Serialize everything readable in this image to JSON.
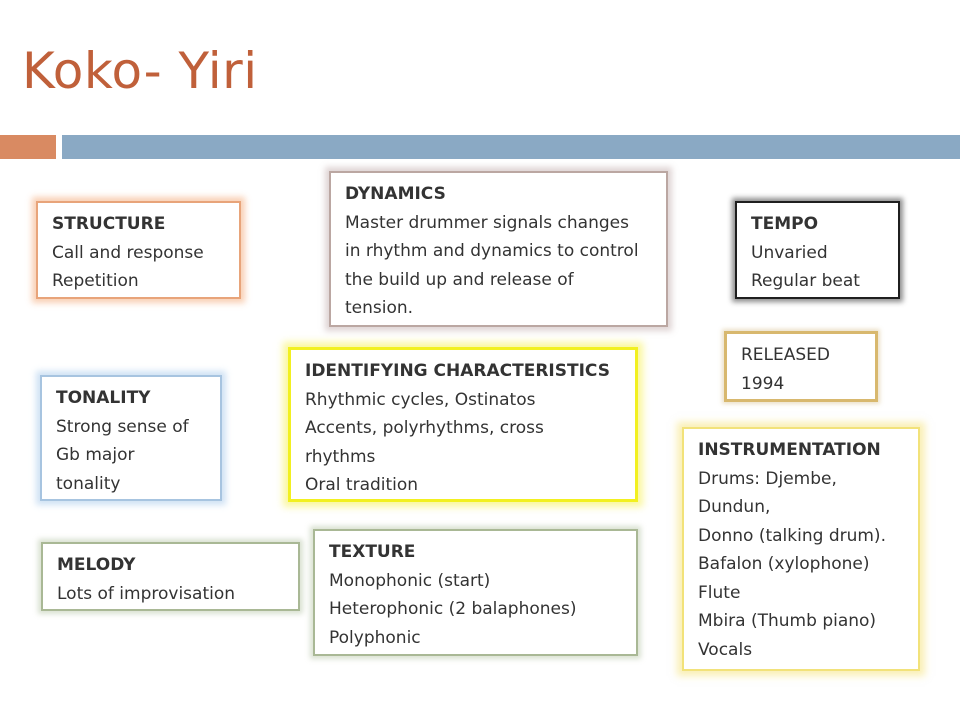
{
  "title": "Koko- Yiri",
  "colors": {
    "title": "#c0603a",
    "accent_orange": "#d98a62",
    "accent_blue": "#8aa9c4"
  },
  "boxes": {
    "structure": {
      "heading": "STRUCTURE",
      "lines": [
        "Call and response",
        "Repetition"
      ]
    },
    "dynamics": {
      "heading": "DYNAMICS",
      "lines": [
        "Master drummer signals changes",
        "in rhythm and dynamics to control",
        "the build up and release of",
        "tension."
      ]
    },
    "tempo": {
      "heading": "TEMPO",
      "lines": [
        "Unvaried",
        "Regular beat"
      ]
    },
    "released": {
      "lines": [
        "RELEASED",
        "1994"
      ]
    },
    "tonality": {
      "heading": "TONALITY",
      "lines": [
        "Strong sense of",
        "Gb major",
        "tonality"
      ]
    },
    "identifying": {
      "heading": "IDENTIFYING CHARACTERISTICS",
      "lines": [
        "Rhythmic cycles, Ostinatos",
        "Accents, polyrhythms, cross",
        "rhythms",
        "Oral tradition"
      ]
    },
    "instrumentation": {
      "heading": "INSTRUMENTATION",
      "lines": [
        "Drums: Djembe,",
        "Dundun,",
        "Donno (talking drum).",
        "Bafalon (xylophone)",
        "Flute",
        "Mbira (Thumb piano)",
        "Vocals"
      ]
    },
    "melody": {
      "heading": "MELODY",
      "lines": [
        "Lots of improvisation"
      ]
    },
    "texture": {
      "heading": "TEXTURE",
      "lines": [
        "Monophonic (start)",
        "Heterophonic (2 balaphones)",
        "Polyphonic"
      ]
    }
  }
}
